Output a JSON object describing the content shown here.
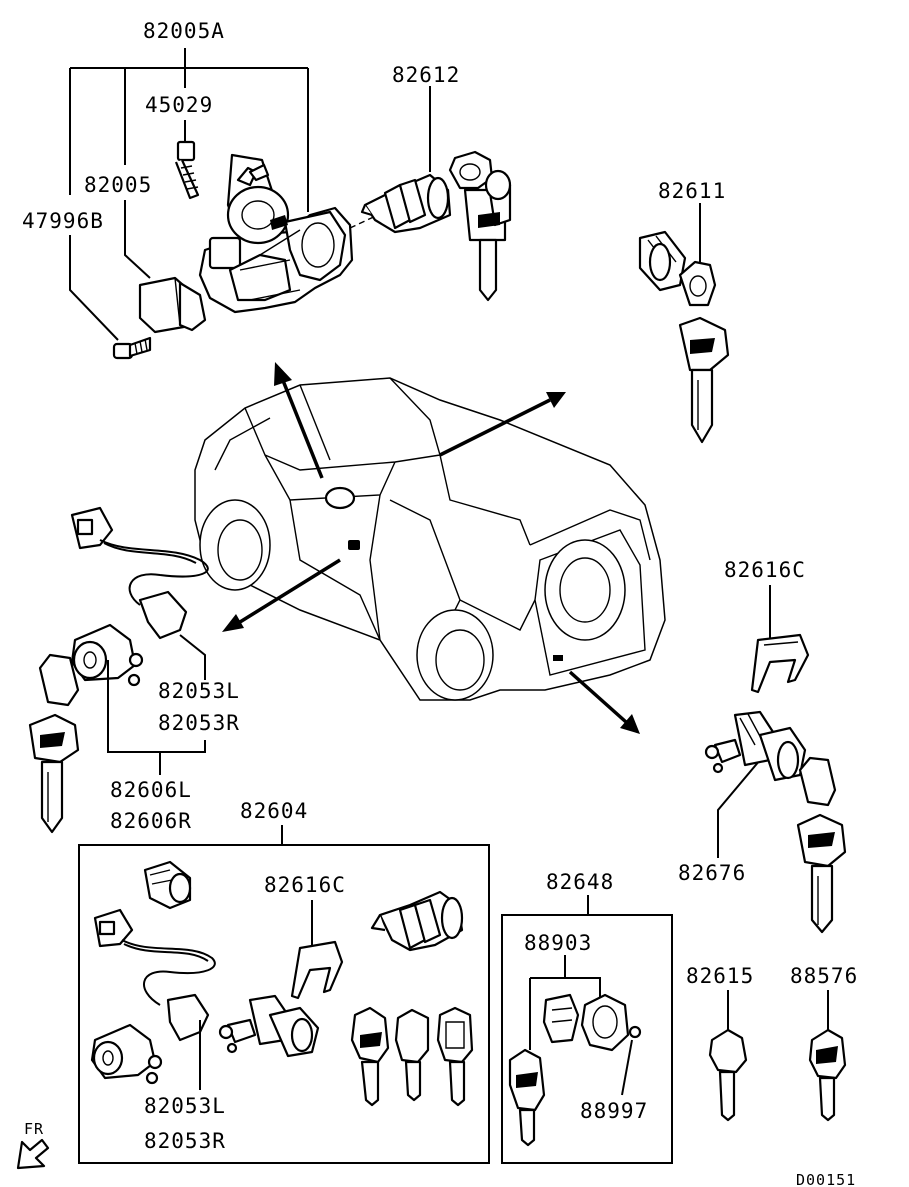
{
  "labels": {
    "p82005A": "82005A",
    "p45029": "45029",
    "p82005": "82005",
    "p47996B": "47996B",
    "p82612": "82612",
    "p82611": "82611",
    "p82616C_top": "82616C",
    "p82053L_a": "82053L",
    "p82053R_a": "82053R",
    "p82606L": "82606L",
    "p82606R": "82606R",
    "p82604": "82604",
    "p82616C_box": "82616C",
    "p82053L_b": "82053L",
    "p82053R_b": "82053R",
    "p82648": "82648",
    "p88903": "88903",
    "p88997": "88997",
    "p82676": "82676",
    "p82615": "82615",
    "p88576": "88576",
    "fr": "FR",
    "diagram_id": "D00151"
  }
}
